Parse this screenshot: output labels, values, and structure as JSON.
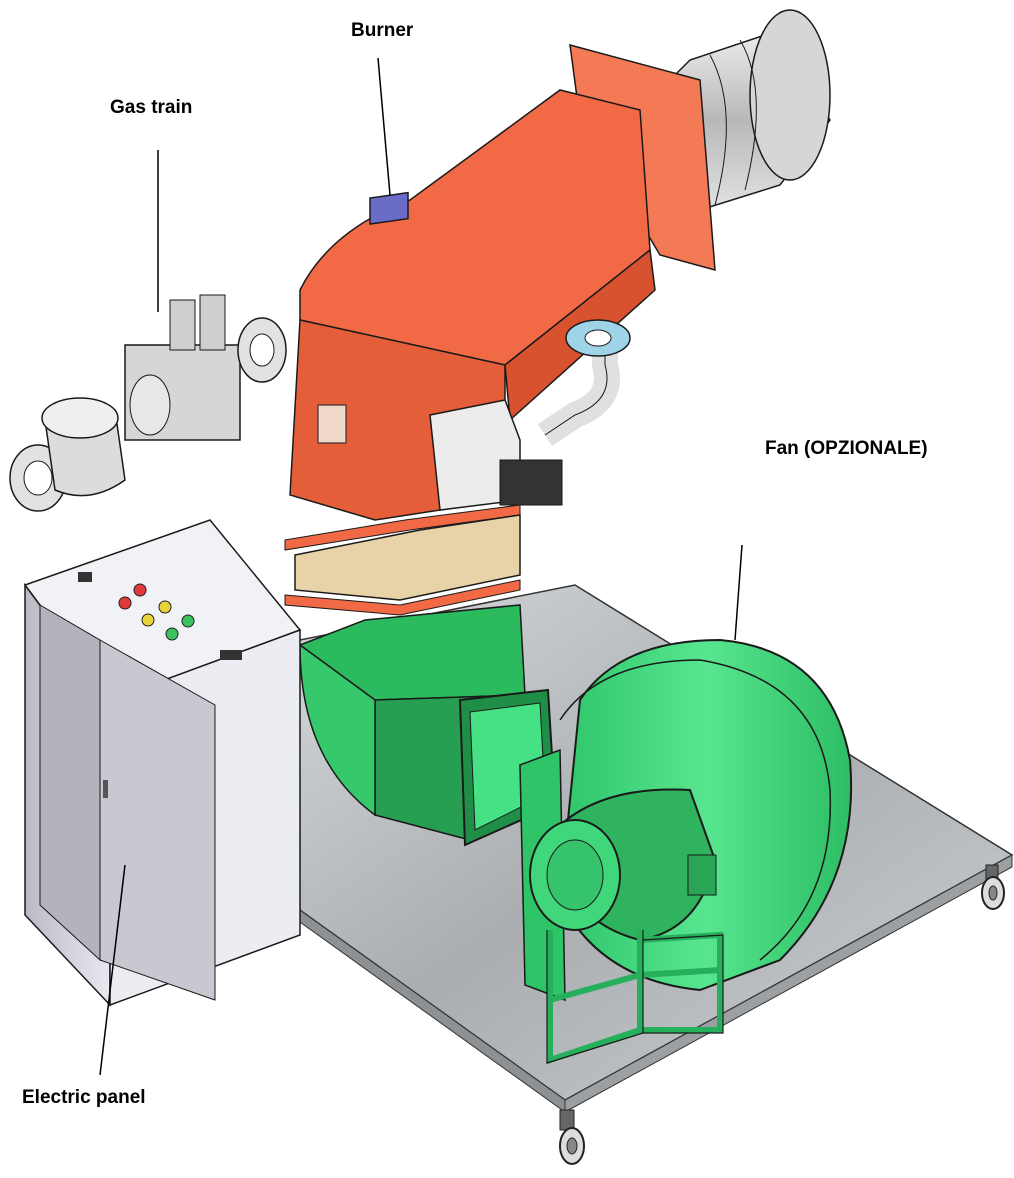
{
  "labels": {
    "burner": "Burner",
    "gas_train": "Gas train",
    "fan": "Fan (OPZIONALE)",
    "electric_panel": "Electric panel"
  },
  "colors": {
    "burner": "#f26a45",
    "fan": "#3dd67a",
    "base_plate": "#b9bdc0",
    "panel": "#e6e7ee",
    "gas_train": "#d8d8d8",
    "nozzle": "#c9c9c9"
  }
}
